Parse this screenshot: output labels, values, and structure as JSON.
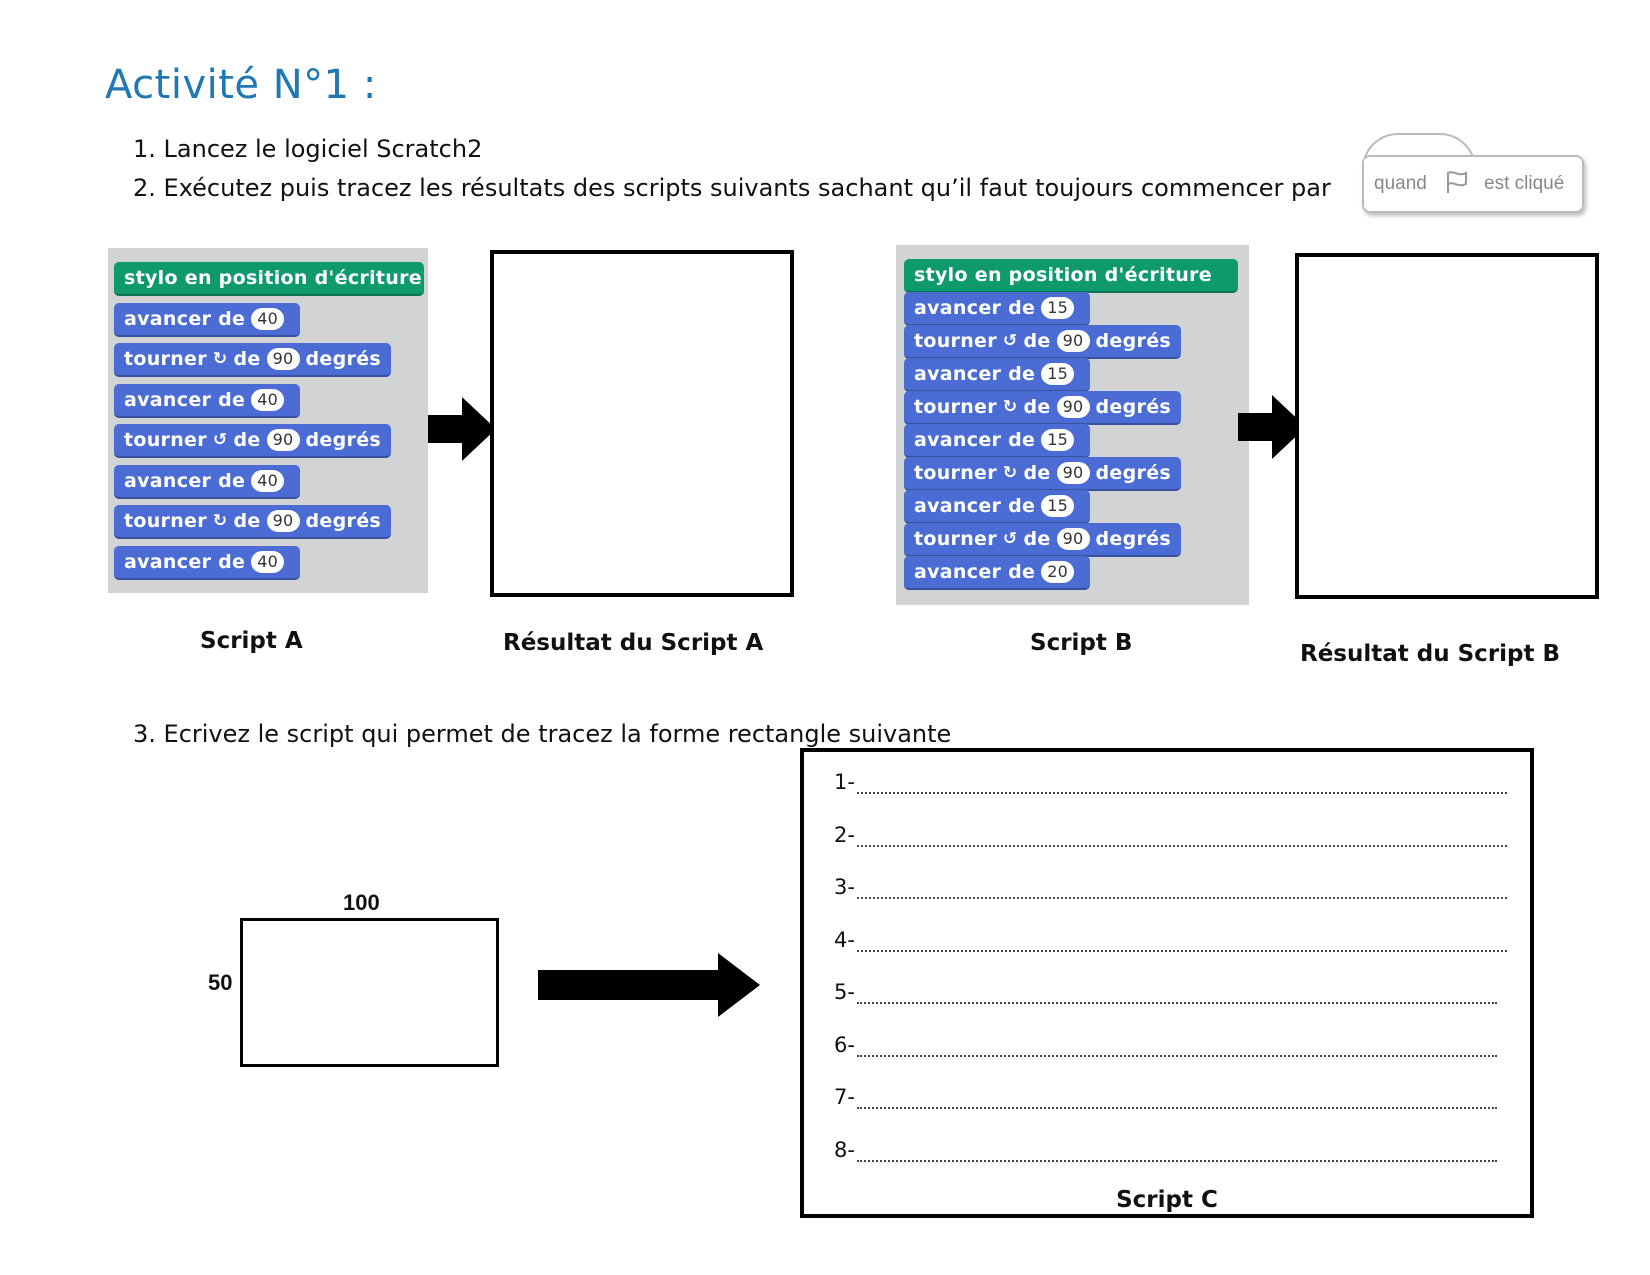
{
  "title": "Activité N°1 :",
  "instructions": {
    "step1": "1. Lancez le logiciel Scratch2",
    "step2": "2. Exécutez puis tracez les résultats des scripts suivants sachant qu’il faut toujours commencer par",
    "step3": "3. Ecrivez le script qui permet de tracez la forme rectangle  suivante"
  },
  "hat_block": {
    "label_left": "quand",
    "label_right": "est cliqué",
    "icon": "flag-icon"
  },
  "script_a": {
    "blocks": [
      {
        "text": "stylo en position d'écriture",
        "color": "#0e9a6c"
      },
      {
        "text": "avancer de",
        "value": "40"
      },
      {
        "text": "tourner",
        "rot": "↻",
        "mid": "de",
        "value": "90",
        "tail": "degrés"
      },
      {
        "text": "avancer de",
        "value": "40"
      },
      {
        "text": "tourner",
        "rot": "↺",
        "mid": "de",
        "value": "90",
        "tail": "degrés"
      },
      {
        "text": "avancer de",
        "value": "40"
      },
      {
        "text": "tourner",
        "rot": "↻",
        "mid": "de",
        "value": "90",
        "tail": "degrés"
      },
      {
        "text": "avancer de",
        "value": "40"
      }
    ],
    "caption": "Script A",
    "result_caption": "Résultat du Script A"
  },
  "script_b": {
    "blocks": [
      {
        "text": "stylo en position d'écriture",
        "color": "#0e9a6c"
      },
      {
        "text": "avancer de",
        "value": "15"
      },
      {
        "text": "tourner",
        "rot": "↺",
        "mid": "de",
        "value": "90",
        "tail": "degrés"
      },
      {
        "text": "avancer de",
        "value": "15"
      },
      {
        "text": "tourner",
        "rot": "↻",
        "mid": "de",
        "value": "90",
        "tail": "degrés"
      },
      {
        "text": "avancer de",
        "value": "15"
      },
      {
        "text": "tourner",
        "rot": "↻",
        "mid": "de",
        "value": "90",
        "tail": "degrés"
      },
      {
        "text": "avancer de",
        "value": "15"
      },
      {
        "text": "tourner",
        "rot": "↺",
        "mid": "de",
        "value": "90",
        "tail": "degrés"
      },
      {
        "text": "avancer de",
        "value": "20"
      }
    ],
    "caption": "Script B",
    "result_caption": "Résultat du Script B"
  },
  "rectangle": {
    "width_label": "100",
    "height_label": "50"
  },
  "script_c": {
    "lines": [
      "1-",
      "2-",
      "3-",
      "4-",
      "5-",
      "6-",
      "7-",
      "8-"
    ],
    "caption": "Script C"
  },
  "colors": {
    "title": "#1f77b4",
    "motion_block": "#4a6cd4",
    "pen_block": "#0e9a6c",
    "panel": "#d2d3d5"
  }
}
